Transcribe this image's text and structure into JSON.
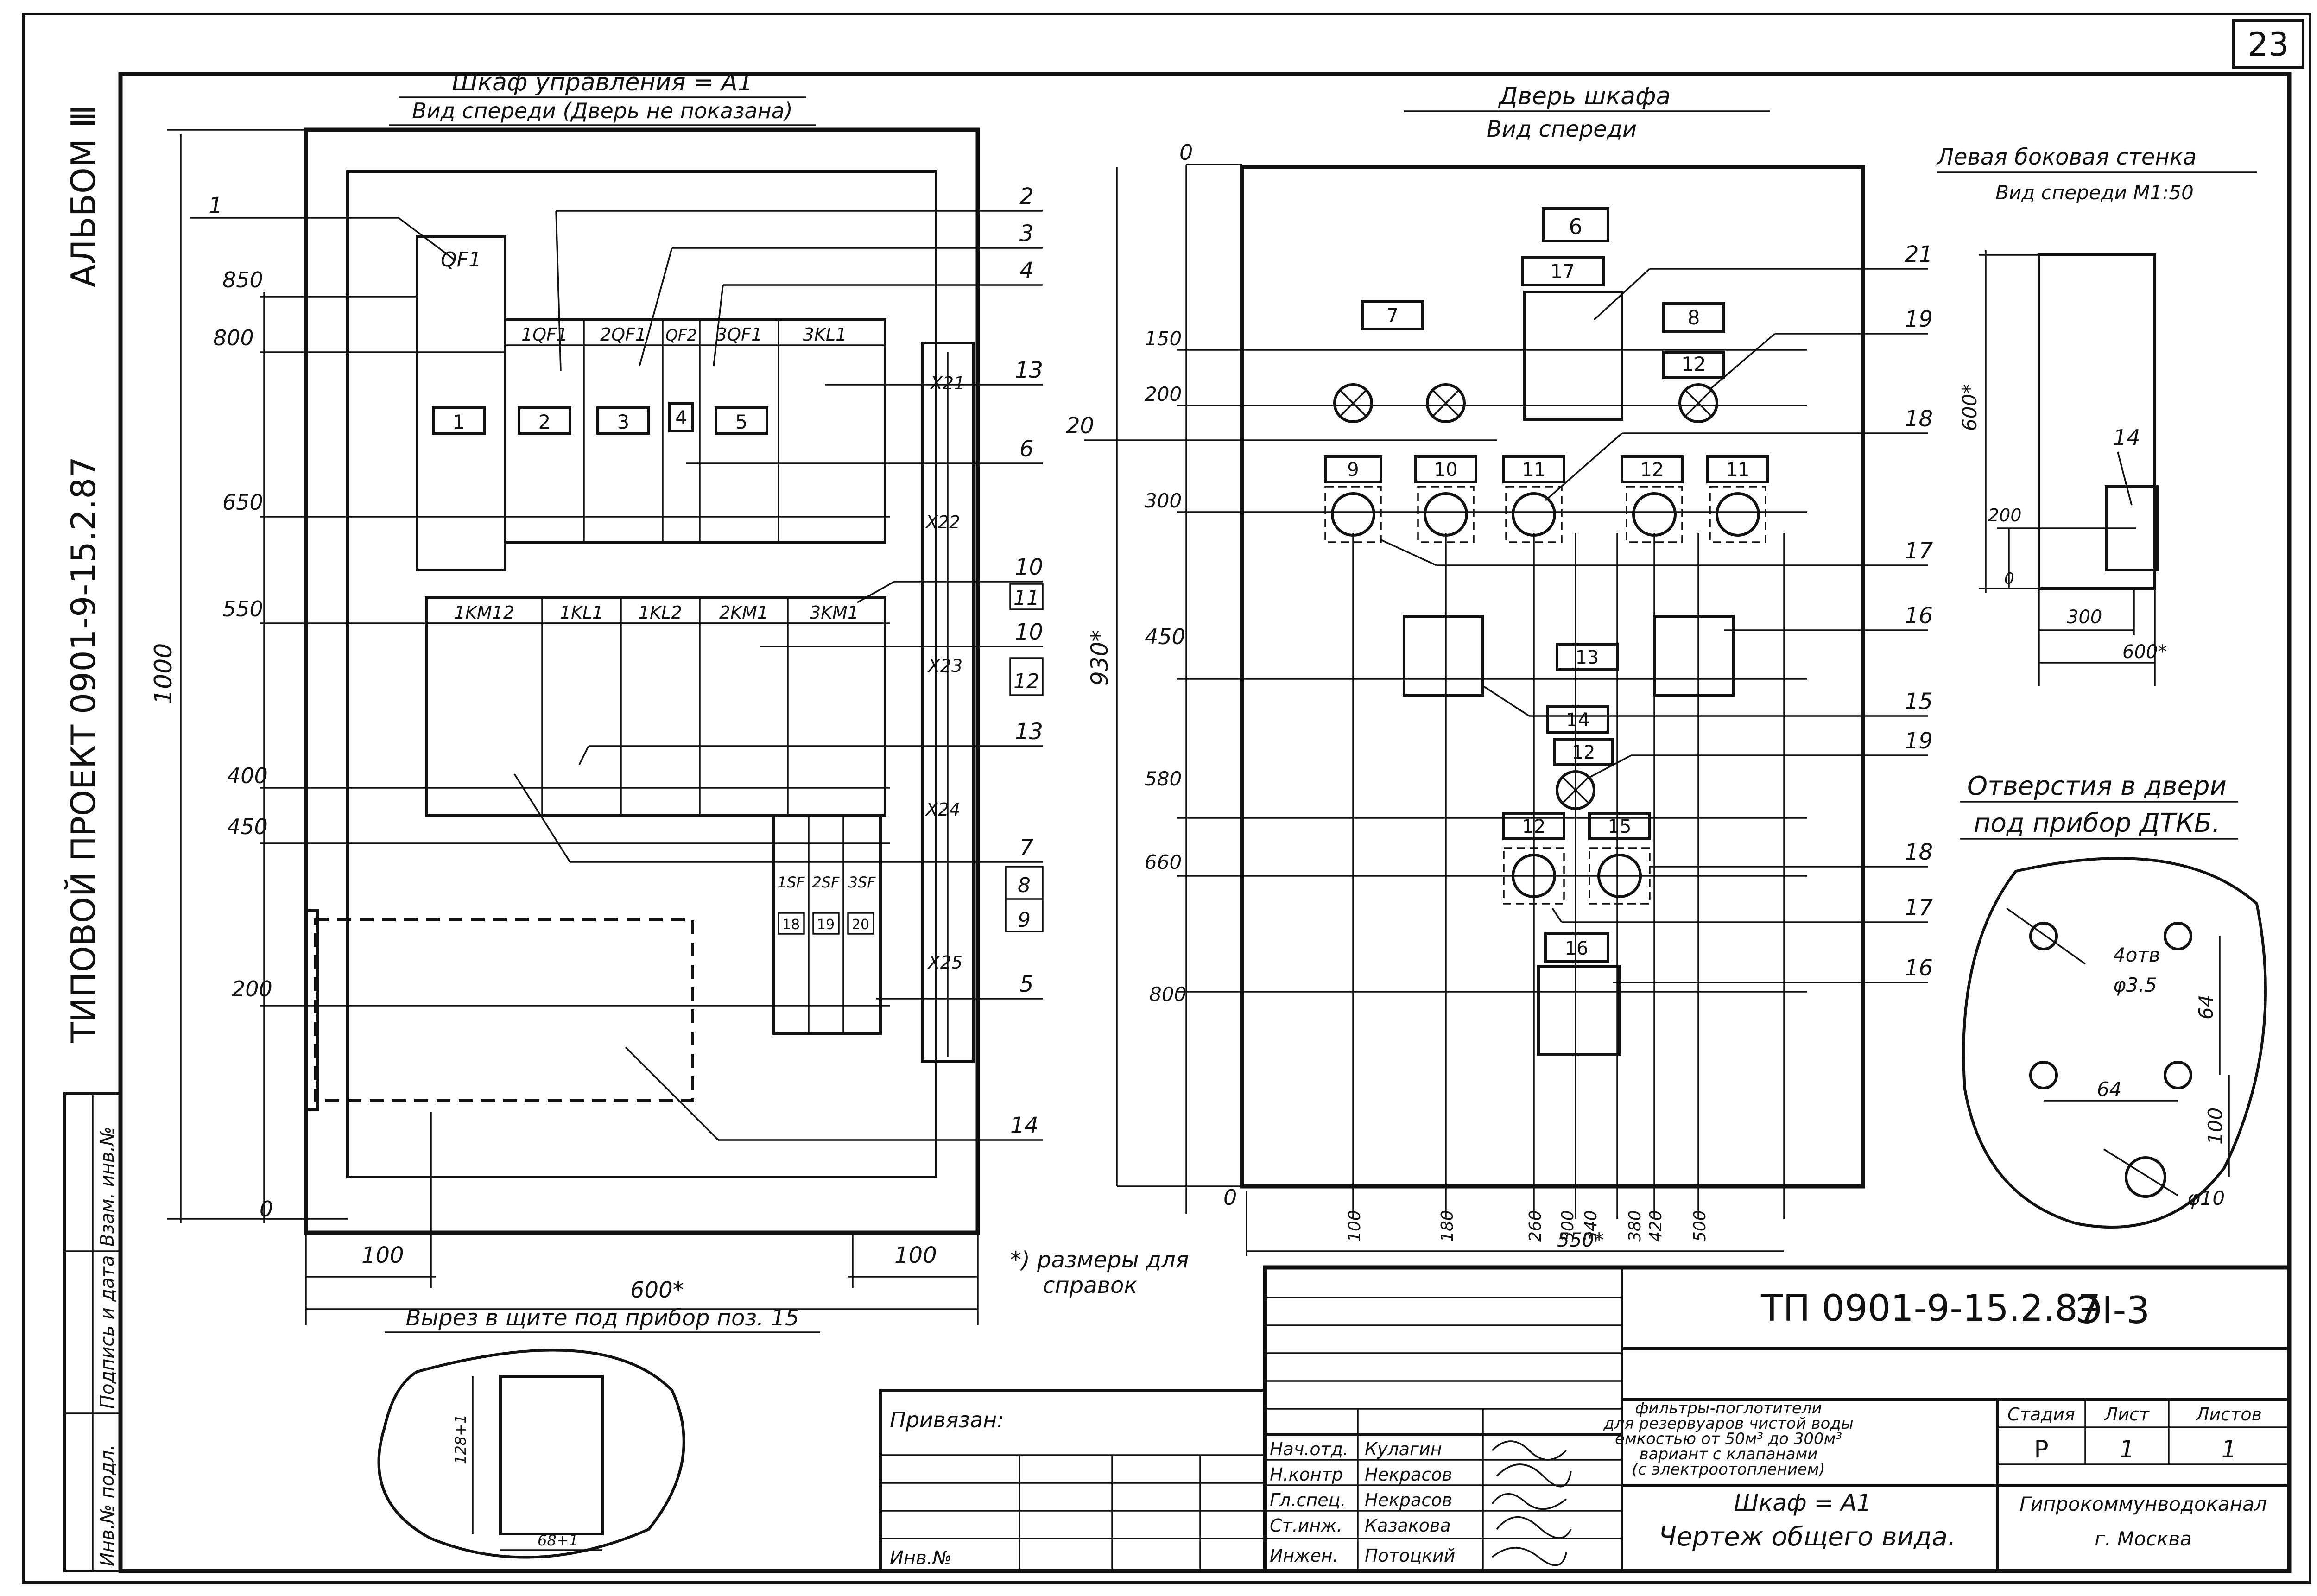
{
  "sheet": {
    "number": "23"
  },
  "side_strip": {
    "album": "АЛЬБОМ Ⅲ",
    "project": "ТИПОВОЙ ПРОЕКТ 0901-9-15.2.87",
    "cells": [
      "Взам. инв.№",
      "Подпись и дата",
      "Инв.№ подл."
    ]
  },
  "front_view": {
    "title": "Шкаф управления = А1",
    "subtitle": "Вид спереди (Дверь не показана)",
    "modules_top": [
      "1QF1",
      "2QF1",
      "QF2",
      "3QF1",
      "3KL1"
    ],
    "module_qf1": "QF1",
    "modules_mid": [
      "1KM12",
      "1KL1",
      "1KL2",
      "2KM1",
      "3KM1"
    ],
    "modules_sf": [
      "1SF",
      "2SF",
      "3SF"
    ],
    "sf_numbers": [
      "18",
      "19",
      "20"
    ],
    "terminals": [
      "X21",
      "X22",
      "X23",
      "X24",
      "X25"
    ],
    "numbered_boxes": [
      "1",
      "2",
      "3",
      "4",
      "5"
    ],
    "left_dims": [
      "850",
      "800",
      "650",
      "550",
      "400",
      "450",
      "200",
      "0"
    ],
    "height_dim": "1000",
    "leader_left": "1",
    "leaders_right": [
      "2",
      "3",
      "4",
      "13",
      "6",
      "10",
      "11",
      "10",
      "12",
      "13",
      "7",
      "8",
      "9",
      "5",
      "14"
    ],
    "bottom_dims": [
      "100",
      "600*",
      "100"
    ]
  },
  "note": {
    "line1": "*) размеры для",
    "line2": "справок"
  },
  "cutout": {
    "title": "Вырез в щите под прибор поз. 15",
    "dim_h": "128+1",
    "dim_w": "68+1"
  },
  "door_view": {
    "title": "Дверь шкафа",
    "subtitle": "Вид спереди",
    "top_zero": "0",
    "left_dims": [
      "150",
      "200",
      "300",
      "450",
      "580",
      "660",
      "800",
      "0"
    ],
    "height_dim": "930*",
    "bottom_dims": [
      "100",
      "180",
      "260",
      "300",
      "340",
      "380",
      "420",
      "500"
    ],
    "width_dim": "550*",
    "boxes": [
      "6",
      "17",
      "7",
      "8",
      "12",
      "9",
      "10",
      "11",
      "12",
      "11",
      "13",
      "14",
      "12",
      "12",
      "15",
      "16"
    ],
    "leaders_left": [
      "20"
    ],
    "leaders_right": [
      "21",
      "19",
      "18",
      "17",
      "16",
      "15",
      "19",
      "18",
      "17",
      "16"
    ]
  },
  "side_wall": {
    "title": "Левая боковая стенка",
    "subtitle": "Вид спереди М1:50",
    "height_dim": "600*",
    "box": "14",
    "dim_200": "200",
    "dim_0": "0",
    "dim_300": "300",
    "dim_600": "600*"
  },
  "holes": {
    "title_line1": "Отверстия в двери",
    "title_line2": "под прибор ДТКБ.",
    "label_holes": "4отв",
    "label_d35": "φ3.5",
    "dim_64a": "64",
    "dim_64b": "64",
    "dim_100": "100",
    "label_d10": "φ10"
  },
  "title_block": {
    "code": "ТП 0901-9-15.2.87",
    "sheet_code": "ЭI-3",
    "bound": "Привязан:",
    "inv": "Инв.№",
    "roles": [
      "Нач.отд.",
      "Н.контр",
      "Гл.спец.",
      "Ст.инж.",
      "Инжен."
    ],
    "names": [
      "Кулагин",
      "Некрасов",
      "Некрасов",
      "Казакова",
      "Потоцкий"
    ],
    "description": [
      "фильтры-поглотители",
      "для резервуаров чистой воды",
      "емкостью от 50м³ до 300м³",
      "вариант с клапанами",
      "(с электроотоплением)"
    ],
    "name1": "Шкаф = А1",
    "name2": "Чертеж общего вида.",
    "stage_h": "Стадия",
    "sheet_h": "Лист",
    "sheets_h": "Листов",
    "stage": "Р",
    "sheet": "1",
    "sheets": "1",
    "org1": "Гипрокоммунводоканал",
    "org2": "г. Москва"
  }
}
